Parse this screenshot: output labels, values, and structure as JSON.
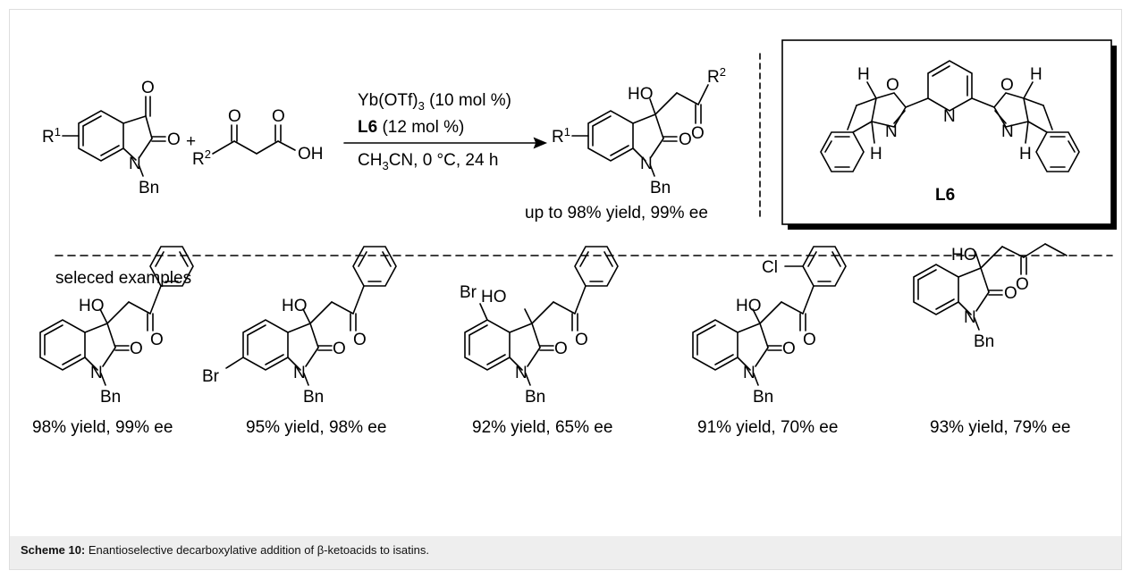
{
  "scheme": {
    "reagent_catalyst": "Yb(OTf)",
    "reagent_catalyst_sub": "3",
    "reagent_catalyst_loading": " (10 mol %)",
    "reagent_ligand": "L6",
    "reagent_ligand_loading": " (12 mol %)",
    "conditions_solvent_a": "CH",
    "conditions_solvent_sub": "3",
    "conditions_solvent_b": "CN, 0 °C, 24 h",
    "overall_result": "up to 98% yield, 99% ee",
    "ligand_label": "L6",
    "plus": "+",
    "substituent_r1": "R",
    "substituent_r2": "R",
    "sup_1": "1",
    "sup_2": "2"
  },
  "examples": {
    "heading": "seleced examples",
    "items": [
      {
        "result": "98% yield, 99% ee"
      },
      {
        "result": "95% yield, 98% ee",
        "substituent": "Br"
      },
      {
        "result": "92% yield, 65% ee",
        "substituent": "Br"
      },
      {
        "result": "91% yield, 70% ee",
        "substituent": "Cl"
      },
      {
        "result": "93% yield, 79% ee"
      }
    ]
  },
  "atoms": {
    "O": "O",
    "N": "N",
    "H": "H",
    "HO": "HO",
    "OH": "OH",
    "Bn": "Bn"
  },
  "caption": {
    "label": "Scheme 10:",
    "text": " Enantioselective decarboxylative addition of β-ketoacids to isatins."
  }
}
